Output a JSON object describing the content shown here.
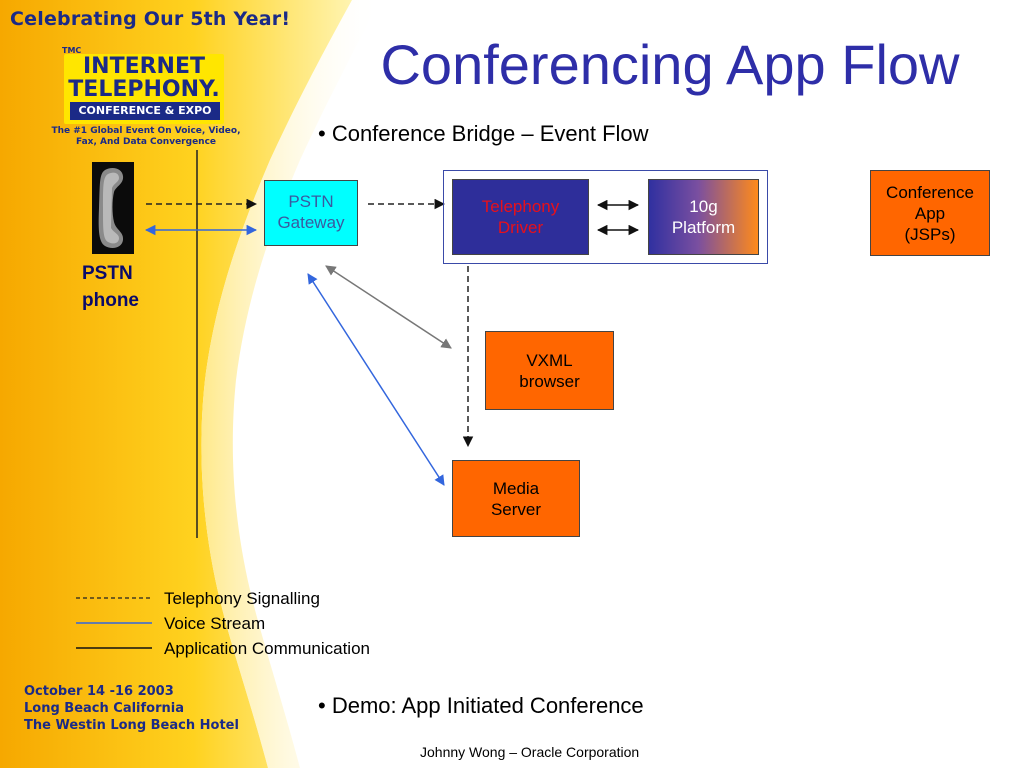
{
  "banner": {
    "celebrating": "Celebrating Our 5th Year!",
    "logo": {
      "tmc": "TMC",
      "line1": "INTERNET",
      "line2": "TELEPHONY.",
      "bar": "CONFERENCE & EXPO",
      "tagline": "The #1 Global Event On Voice, Video, Fax, And Data Convergence"
    },
    "event": {
      "dates": "October 14 -16 2003",
      "city": "Long Beach California",
      "venue": "The Westin Long Beach Hotel"
    }
  },
  "slide": {
    "title": "Conferencing App Flow",
    "bullet1": "• Conference Bridge – Event Flow",
    "bullet2": "• Demo: App Initiated Conference",
    "footer": "Johnny Wong – Oracle Corporation"
  },
  "diagram": {
    "phone_label": "PSTN\nphone",
    "nodes": {
      "pstn_gateway": "PSTN\nGateway",
      "telephony_driver": "Telephony\nDriver",
      "platform": "10g\nPlatform",
      "conference_app": "Conference\nApp\n(JSPs)",
      "vxml_browser": "VXML\nbrowser",
      "media_server": "Media\nServer"
    },
    "colors": {
      "gateway_fill": "#00ffff",
      "driver_fill": "#2e2e9a",
      "driver_text": "#e8101a",
      "orange_fill": "#ff6600",
      "signalling_line": "#222222",
      "voice_line": "#3366dd",
      "app_comm_line": "#777777"
    }
  },
  "legend": {
    "signalling": "Telephony Signalling",
    "voice": "Voice Stream",
    "app_comm": "Application Communication"
  }
}
